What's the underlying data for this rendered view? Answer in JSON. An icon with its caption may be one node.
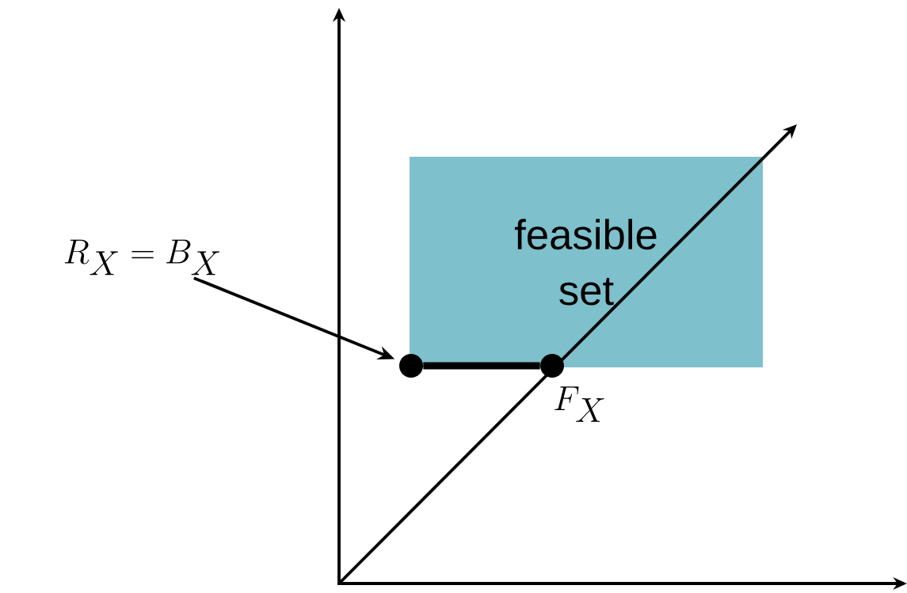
{
  "diagram": {
    "nodes": [
      {
        "text": [
          "feasible set"
        ]
      },
      {
        "text": [
          "R_X = B_X"
        ]
      },
      {
        "text": [],
        "shape": "circle"
      },
      {
        "text": [],
        "shape": "circle",
        "beside": [
          "F_X"
        ]
      }
    ],
    "edges": [
      {
        "from": 1,
        "to": 2,
        "arrow": "to"
      },
      {
        "from": 2,
        "to": 3,
        "arrow": "none",
        "style": "thick"
      }
    ]
  }
}
